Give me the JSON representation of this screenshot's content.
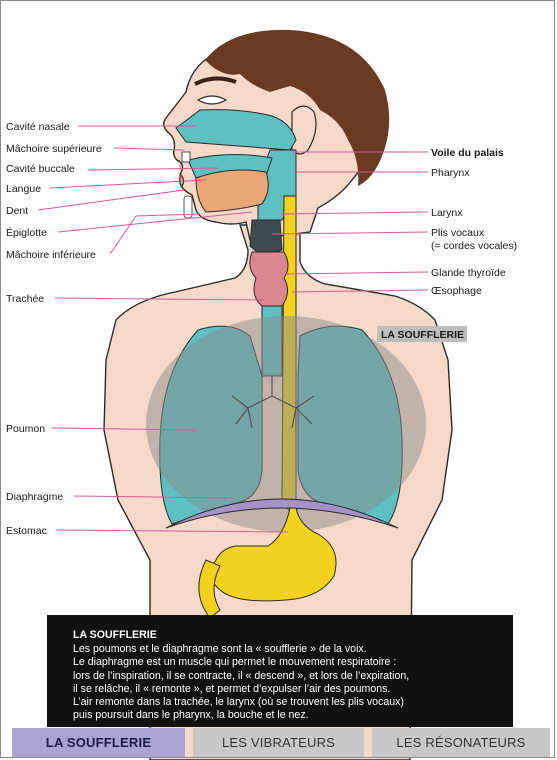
{
  "labels_left": {
    "cavite_nasale": "Cavité nasale",
    "machoire_superieure": "Mâchoire supérieure",
    "cavite_buccale": "Cavité buccale",
    "langue": "Langue",
    "dent": "Dent",
    "epiglotte": "Épiglotte",
    "machoire_inferieure": "Mâchoire inférieure",
    "trachee": "Trachée",
    "poumon": "Poumon",
    "diaphragme": "Diaphragme",
    "estomac": "Estomac"
  },
  "labels_right": {
    "voile_du_palais": "Voile du palais",
    "pharynx": "Pharynx",
    "larynx": "Larynx",
    "plis_vocaux": "Plis vocaux",
    "cordes_vocales": "(= cordes vocales)",
    "glande_thyroide": "Glande thyroïde",
    "oesophage": "Œsophage"
  },
  "zone_badge": "LA SOUFFLERIE",
  "infobox": {
    "title": "LA SOUFFLERIE",
    "lines": [
      "Les poumons et le diaphragme sont la « soufflerie » de la voix.",
      "Le diaphragme est un muscle qui permet le mouvement respiratoire :",
      "lors de l’inspiration, il se contracte, il « descend », et lors de l’expiration,",
      "il se relâche, il « remonte », et permet d’expulser l’air des poumons.",
      "L’air remonte dans la trachée, le larynx (où se trouvent les plis vocaux)",
      "puis poursuit dans le pharynx, la bouche et le nez."
    ]
  },
  "tabs": [
    {
      "label": "LA SOUFFLERIE",
      "active": true
    },
    {
      "label": "LES VIBRATEURS",
      "active": false
    },
    {
      "label": "LES RÉSONATEURS",
      "active": false
    }
  ],
  "colors": {
    "skin": "#f6d9c8",
    "hair": "#6b3a22",
    "airway_teal": "#5fc0c2",
    "lung_teal": "#5fc0c2",
    "esophagus_yellow": "#f2d21c",
    "tongue": "#e8a774",
    "thyroid": "#d9868e",
    "diaphragm": "#a593c8",
    "leader_pink": "#d65a9a",
    "highlight_zone": "#8c8c8c",
    "active_tab": "#a9a4d2",
    "inactive_tab": "#c8c8c8"
  }
}
